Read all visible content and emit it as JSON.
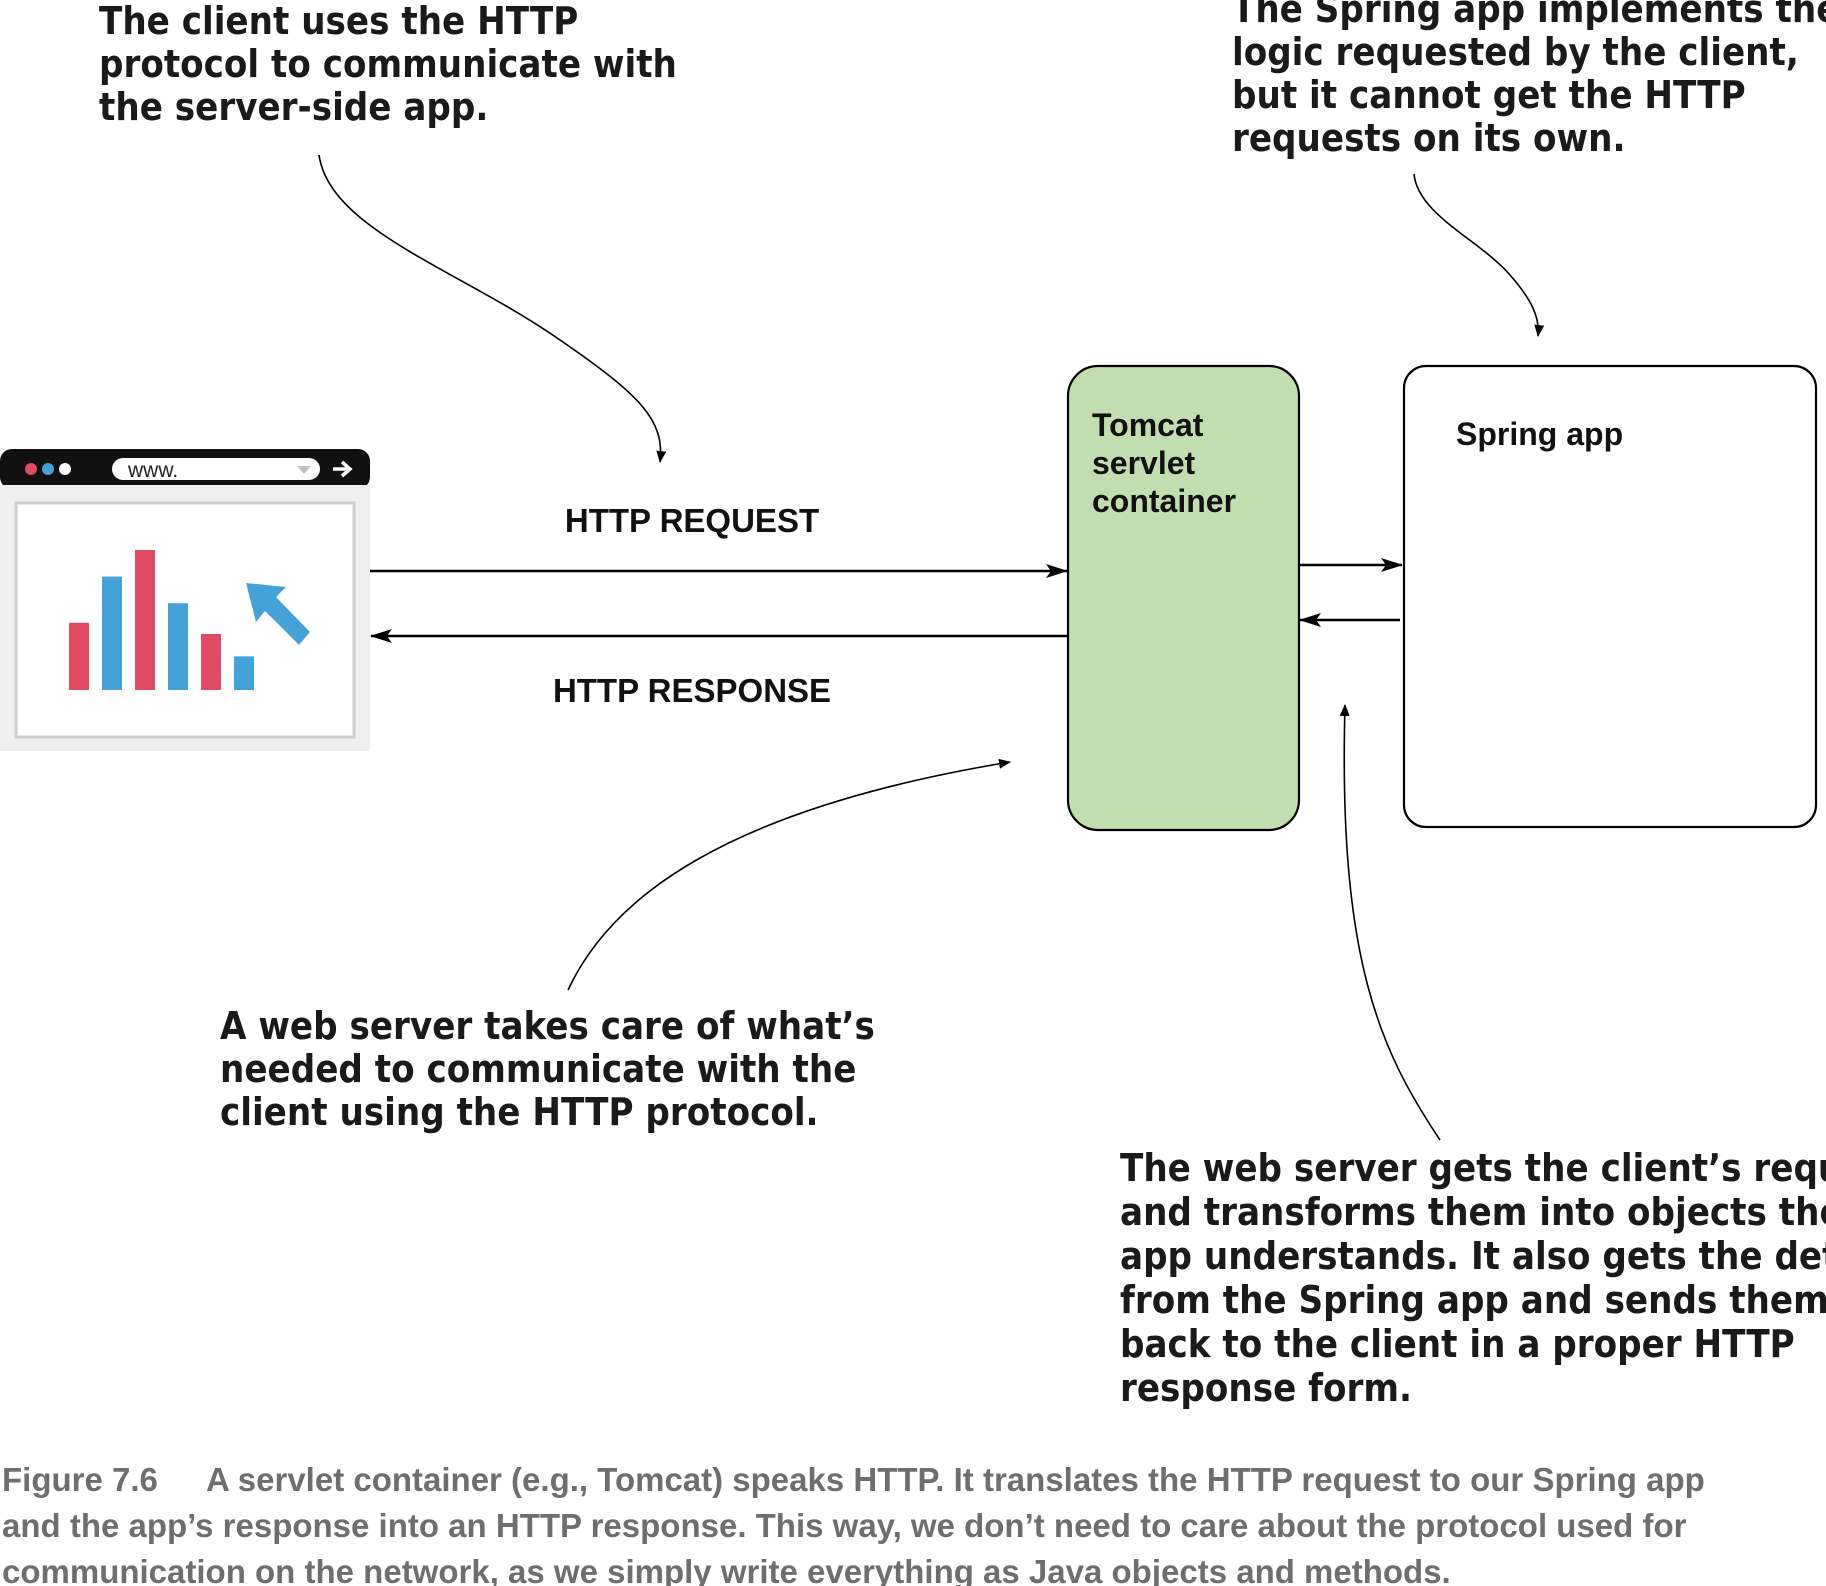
{
  "annotations": {
    "client_protocol": [
      "The client uses the HTTP",
      "protocol to communicate with",
      "the server-side app."
    ],
    "spring_app_logic": [
      "The Spring app implements the",
      "logic requested by the client,",
      "but it cannot get the HTTP",
      "requests on its own."
    ],
    "web_server_role": [
      "A web server takes care of what’s",
      "needed to communicate with the",
      "client using the HTTP protocol."
    ],
    "web_server_transform": [
      "The web server gets the client’s requests",
      "and transforms them into objects the",
      "app understands. It also gets the details",
      "from the Spring app and sends them",
      "back to the client in a proper HTTP",
      "response form."
    ]
  },
  "arrows": {
    "request_label": "HTTP REQUEST",
    "response_label": "HTTP RESPONSE"
  },
  "boxes": {
    "tomcat": {
      "lines": [
        "Tomcat",
        "servlet",
        "container"
      ],
      "fill": "#c2ddaf"
    },
    "spring": {
      "lines": [
        "Spring app"
      ],
      "fill": "#ffffff"
    }
  },
  "browser": {
    "address_text": "www.",
    "bars": [
      {
        "level": 0.48,
        "color": "#e04b63"
      },
      {
        "level": 0.81,
        "color": "#45a2d8"
      },
      {
        "level": 1.0,
        "color": "#e04b63"
      },
      {
        "level": 0.62,
        "color": "#45a2d8"
      },
      {
        "level": 0.4,
        "color": "#e04b63"
      },
      {
        "level": 0.24,
        "color": "#45a2d8"
      }
    ],
    "cursor_color": "#45a2d8",
    "dot_colors": [
      "#e04b63",
      "#45a2d8",
      "#ffffff"
    ]
  },
  "caption": {
    "figure_number": "Figure 7.6",
    "lines": [
      "A servlet container (e.g., Tomcat) speaks HTTP. It translates the HTTP request to our Spring app",
      "and the app’s response into an HTTP response. This way, we don’t need to care about the protocol used for",
      "communication on the network, as we simply write everything as Java objects and methods."
    ]
  }
}
